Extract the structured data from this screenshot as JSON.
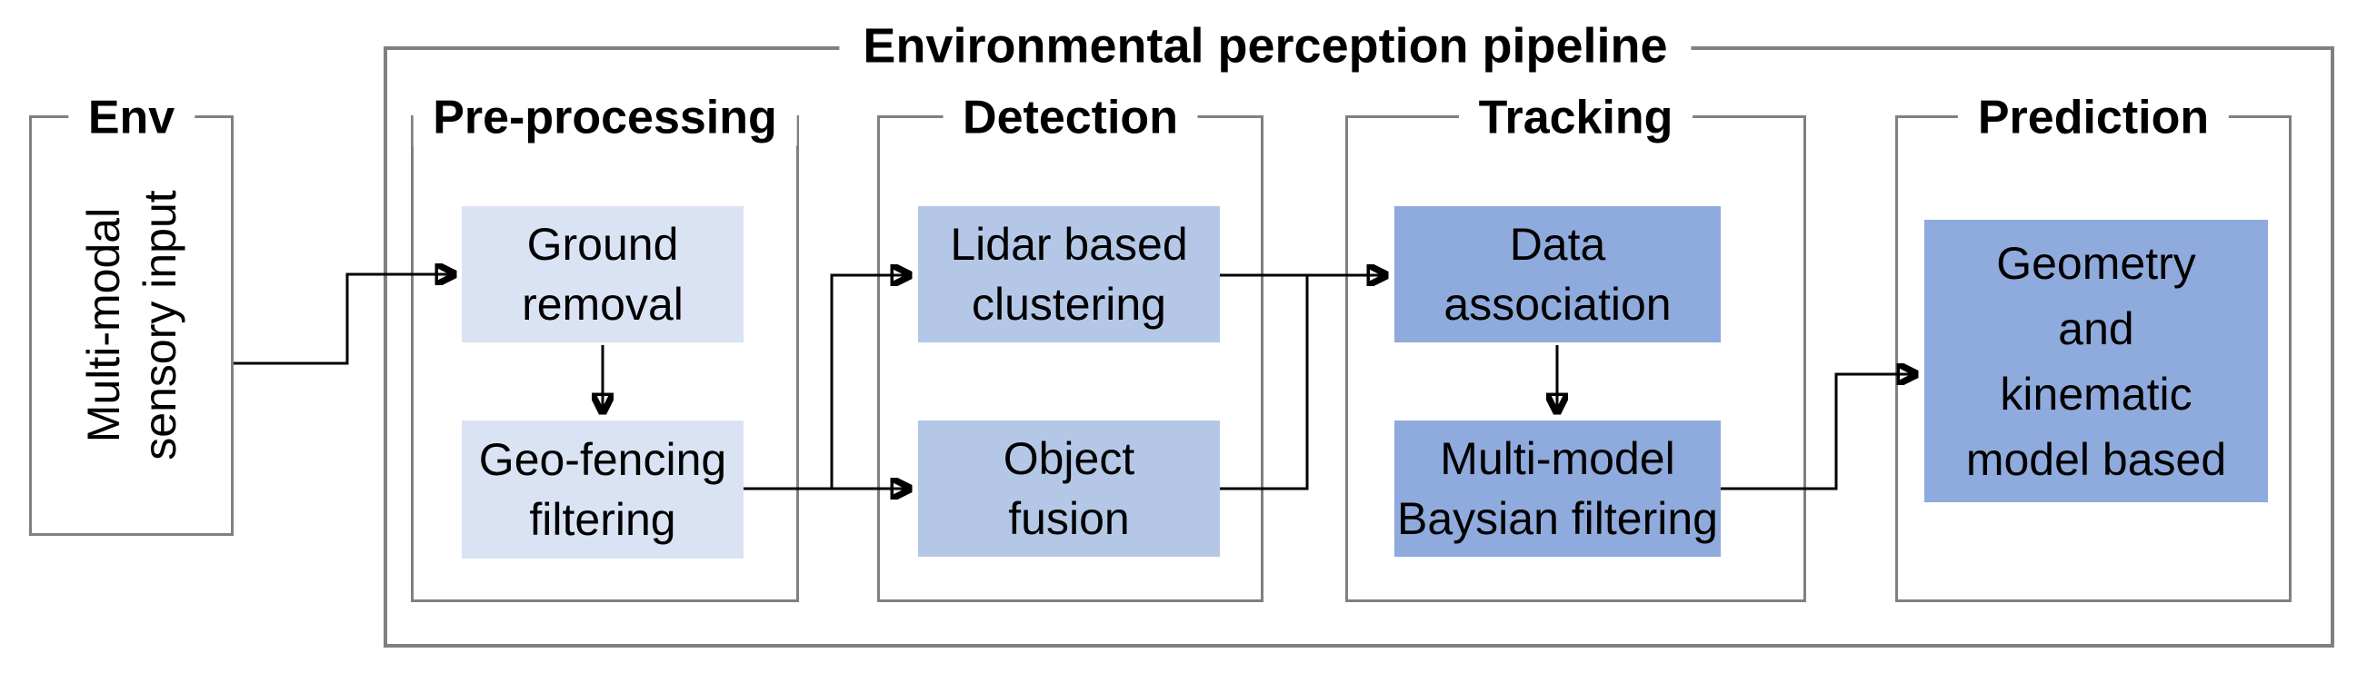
{
  "colors": {
    "border_gray": "#808080",
    "node_light": "#dae3f3",
    "node_medium": "#b4c7e7",
    "node_dark": "#8faadc",
    "connector": "#000000",
    "text": "#000000",
    "background": "#ffffff"
  },
  "pipeline": {
    "title": "Environmental perception pipeline"
  },
  "env": {
    "title": "Env",
    "lines": [
      "Multi-modal",
      "sensory input"
    ]
  },
  "stages": [
    {
      "title": "Pre-processing",
      "nodes": [
        {
          "lines": [
            "Ground",
            "removal"
          ]
        },
        {
          "lines": [
            "Geo-fencing",
            "filtering"
          ]
        }
      ]
    },
    {
      "title": "Detection",
      "nodes": [
        {
          "lines": [
            "Lidar based",
            "clustering"
          ]
        },
        {
          "lines": [
            "Object",
            "fusion"
          ]
        }
      ]
    },
    {
      "title": "Tracking",
      "nodes": [
        {
          "lines": [
            "Data",
            "association"
          ]
        },
        {
          "lines": [
            "Multi-model",
            "Baysian filtering"
          ]
        }
      ]
    },
    {
      "title": "Prediction",
      "nodes": [
        {
          "lines": [
            "Geometry",
            "and",
            "kinematic",
            "model based"
          ]
        }
      ]
    }
  ]
}
